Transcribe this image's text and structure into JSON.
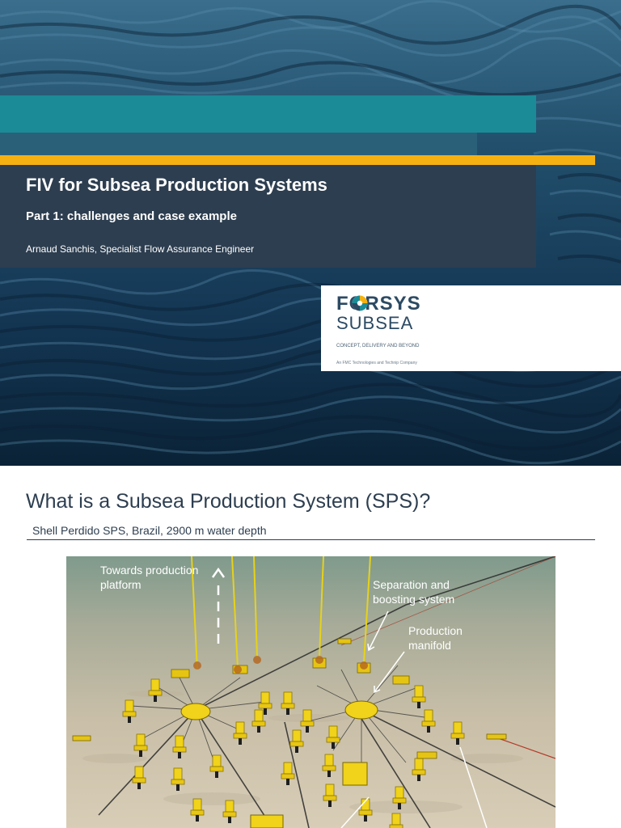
{
  "slide1": {
    "title": "FIV for Subsea Production Systems",
    "subtitle": "Part 1: challenges and case example",
    "author": "Arnaud Sanchis, Specialist Flow Assurance Engineer",
    "logo": {
      "word1": "FORSYS",
      "word2": "SUBSEA",
      "tagline": "CONCEPT, DELIVERY AND BEYOND",
      "company": "An FMC Technologies and Technip Company"
    },
    "colors": {
      "teal": "#1a8b97",
      "slate": "#2b6079",
      "gold": "#f5b111",
      "navy": "#2d3e50"
    }
  },
  "slide2": {
    "title": "What is a Subsea Production System (SPS)?",
    "subtitle": "Shell Perdido SPS, Brazil, 2900 m water depth",
    "labels": {
      "towards_1": "Towards production",
      "towards_2": "platform",
      "separation_1": "Separation and",
      "separation_2": "boosting system",
      "manifold_1": "Production",
      "manifold_2": "manifold"
    }
  }
}
